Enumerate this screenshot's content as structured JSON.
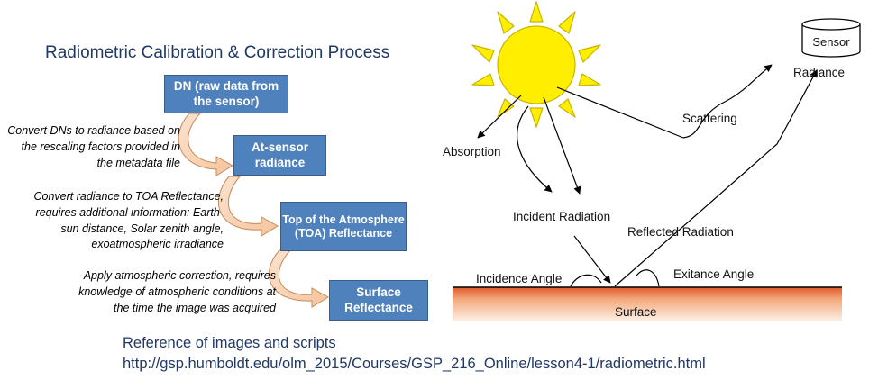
{
  "title": "Radiometric Calibration & Correction Process",
  "steps": [
    {
      "label": "DN (raw data from the sensor)"
    },
    {
      "label": "At-sensor radiance"
    },
    {
      "label": "Top of the Atmosphere (TOA) Reflectance"
    },
    {
      "label": "Surface Reflectance"
    }
  ],
  "notes": [
    {
      "lines": [
        "Convert DNs to radiance based on",
        "the rescaling factors provided in",
        "the metadata file"
      ]
    },
    {
      "lines": [
        "Convert radiance to TOA Reflectance,",
        "requires additional information: Earth-",
        "sun distance, Solar zenith angle,",
        "exoatmospheric irradiance"
      ]
    },
    {
      "lines": [
        "Apply atmospheric correction, requires",
        "knowledge of atmospheric conditions at",
        "the time the image was acquired"
      ]
    }
  ],
  "diagram": {
    "sensor": "Sensor",
    "radiance": "Radiance",
    "scattering": "Scattering",
    "absorption": "Absorption",
    "incident_radiation": "Incident Radiation",
    "reflected_radiation": "Reflected Radiation",
    "incidence_angle": "Incidence Angle",
    "exitance_angle": "Exitance Angle",
    "surface": "Surface"
  },
  "reference": {
    "heading": "Reference of images and scripts",
    "url": "http://gsp.humboldt.edu/olm_2015/Courses/GSP_216_Online/lesson4-1/radiometric.html"
  },
  "colors": {
    "title": "#1f3864",
    "step_fill": "#4f81bd",
    "sun": "#ffee00",
    "surface_top": "#e0592a"
  }
}
